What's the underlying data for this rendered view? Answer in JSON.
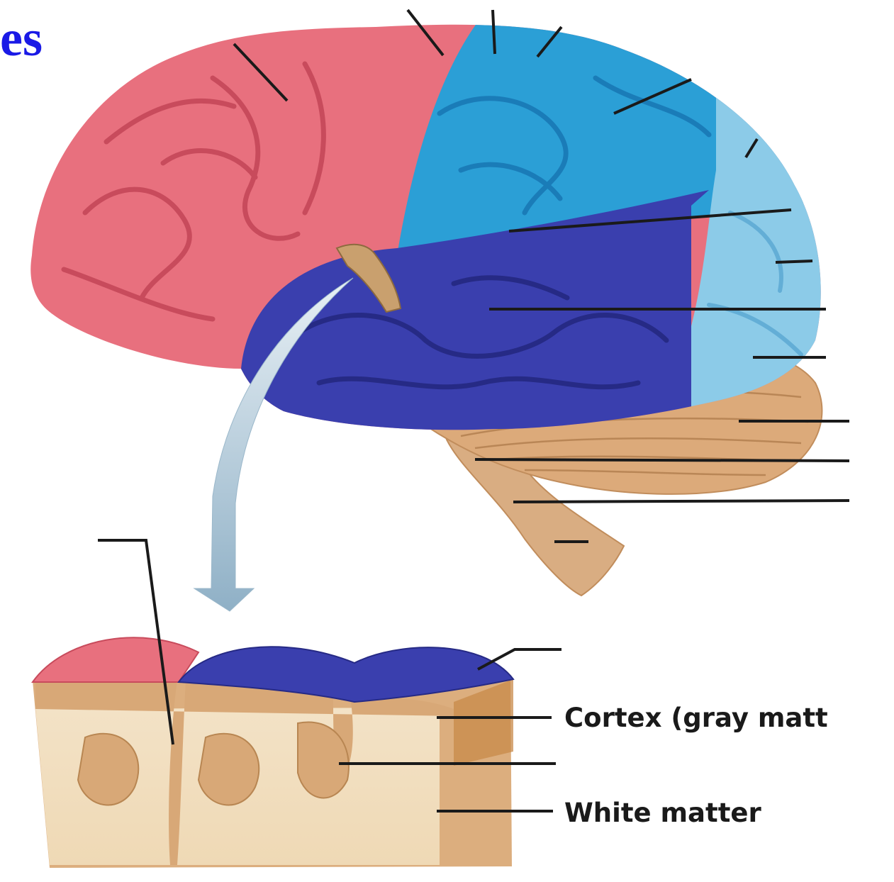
{
  "title_fragment": "es",
  "labels": {
    "cortex": "Cortex (gray matt",
    "white_matter": "White matter"
  },
  "colors": {
    "title": "#1a1ae6",
    "frontal_lobe": "#e8707e",
    "parietal_lobe": "#2b9fd6",
    "occipital_lobe": "#8ccbe8",
    "temporal_lobe": "#3a3fae",
    "cerebellum_brainstem": "#d9a877",
    "white_matter": "#f0dcbc",
    "leader_lines": "#1a1a1a",
    "arrow": "#a9c3d4"
  }
}
